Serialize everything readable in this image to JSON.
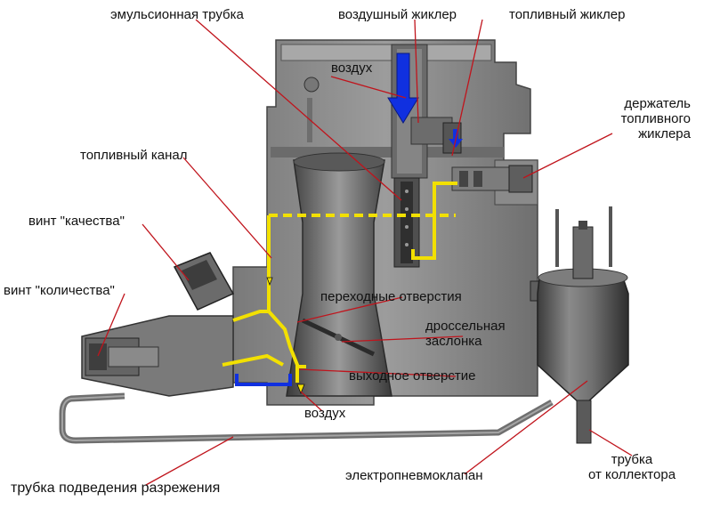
{
  "diagram": {
    "labels": {
      "emulsion_tube": "эмульсионная трубка",
      "air_jet": "воздушный жиклер",
      "fuel_jet": "топливный жиклер",
      "air_top": "воздух",
      "fuel_jet_holder": "держатель\nтопливного\nжиклера",
      "fuel_channel": "топливный канал",
      "quality_screw": "винт \"качества\"",
      "quantity_screw": "винт \"количества\"",
      "transition_holes": "переходные отверстия",
      "throttle_valve": "дроссельная\nзаслонка",
      "outlet_hole": "выходное отверстие",
      "air_bottom": "воздух",
      "vacuum_tube": "трубка подведения разрежения",
      "solenoid_valve": "электропневмоклапан",
      "manifold_tube": "трубка\nот коллектора"
    },
    "colors": {
      "body": "#8d8d8d",
      "body_dark": "#5e5e5e",
      "body_light": "#b9b9b9",
      "fuel": "#f2e000",
      "air": "#1030e0",
      "leader": "#c0141c"
    }
  }
}
